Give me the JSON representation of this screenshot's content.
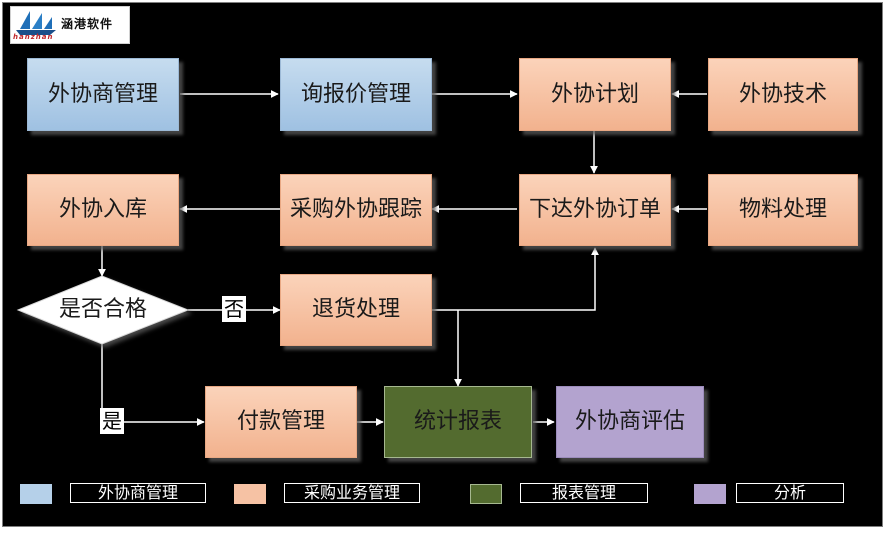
{
  "logo": {
    "brand": "涵港软件",
    "sub": "hanzhan",
    "icon": "sailboat-icon"
  },
  "nodes": {
    "supplier_mgmt": "外协商管理",
    "inquiry_mgmt": "询报价管理",
    "outsource_plan": "外协计划",
    "outsource_tech": "外协技术",
    "place_order": "下达外协订单",
    "material_proc": "物料处理",
    "purchase_track": "采购外协跟踪",
    "warehouse_in": "外协入库",
    "qualified": "是否合格",
    "return_proc": "退货处理",
    "payment_mgmt": "付款管理",
    "stat_report": "统计报表",
    "supplier_eval": "外协商评估"
  },
  "edge_labels": {
    "no": "否",
    "yes": "是"
  },
  "legend": [
    {
      "label": "外协商管理",
      "color": "#b5d0e9"
    },
    {
      "label": "采购业务管理",
      "color": "#f6c2a4"
    },
    {
      "label": "报表管理",
      "color": "#536b2f"
    },
    {
      "label": "分析",
      "color": "#b3a3cf"
    }
  ]
}
